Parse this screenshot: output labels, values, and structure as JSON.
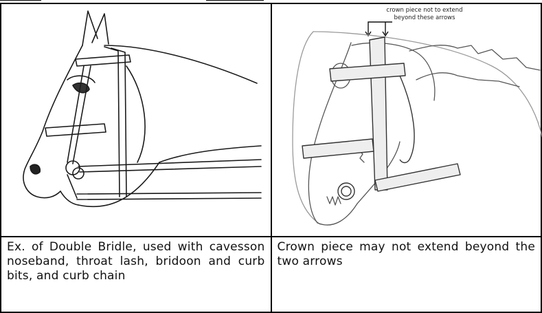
{
  "figures": [
    {
      "caption": "Ex. of Double Bridle, used with cavesson noseband, throat lash, bridoon and curb bits, and curb chain"
    },
    {
      "annotation_line1": "crown piece not to extend",
      "annotation_line2": "beyond these arrows",
      "caption": "Crown piece may not extend beyond the two arrows"
    }
  ]
}
